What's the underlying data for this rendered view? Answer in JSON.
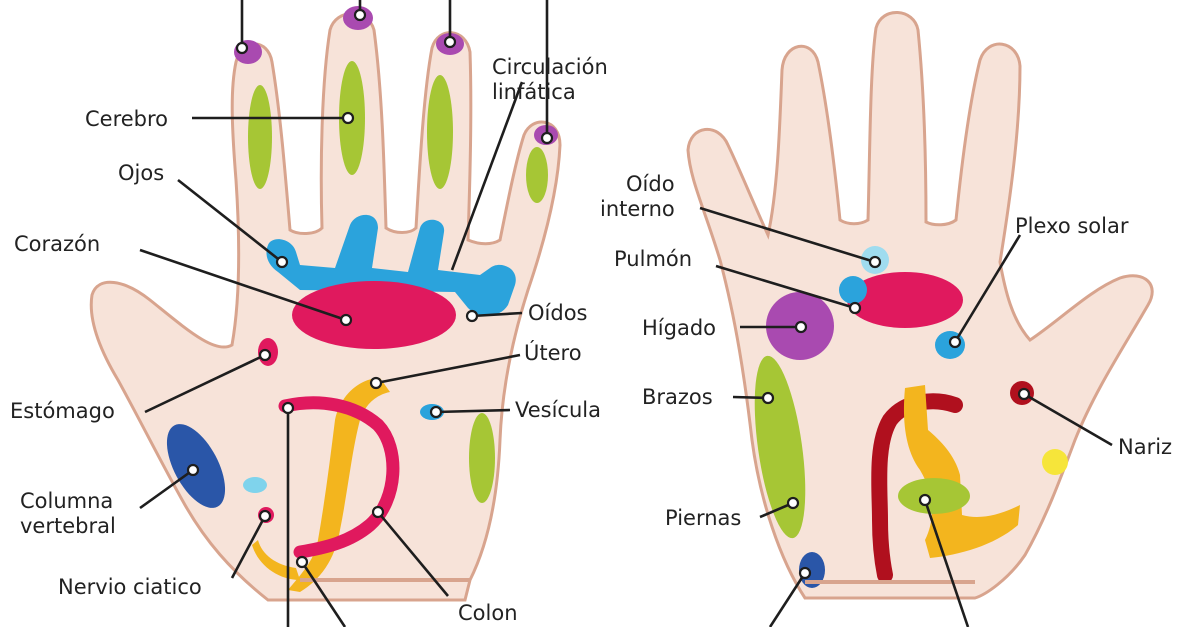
{
  "diagram": {
    "colors": {
      "skin": "#f7e3d9",
      "skin_outline": "#d8a48e",
      "green": "#a6c635",
      "blue": "#2ba3dc",
      "magenta": "#e0195e",
      "purple": "#a94ab0",
      "yellow": "#f3b51e",
      "dark_blue": "#2a56a8",
      "dark_red": "#b0101e"
    },
    "left_hand": {
      "labels": {
        "cerebro": "Cerebro",
        "ojos": "Ojos",
        "corazon": "Corazón",
        "estomago": "Estómago",
        "columna_line1": "Columna",
        "columna_line2": "vertebral",
        "nervio": "Nervio ciatico",
        "circulacion_line1": "Circulación",
        "circulacion_line2": "linfática",
        "oidos": "Oídos",
        "utero": "Útero",
        "vesicula": "Vesícula",
        "colon": "Colon"
      }
    },
    "right_hand": {
      "labels": {
        "oido_interno_line1": "Oído",
        "oido_interno_line2": "interno",
        "pulmon": "Pulmón",
        "higado": "Hígado",
        "brazos": "Brazos",
        "piernas": "Piernas",
        "plexo_solar": "Plexo solar",
        "nariz": "Nariz"
      }
    }
  }
}
